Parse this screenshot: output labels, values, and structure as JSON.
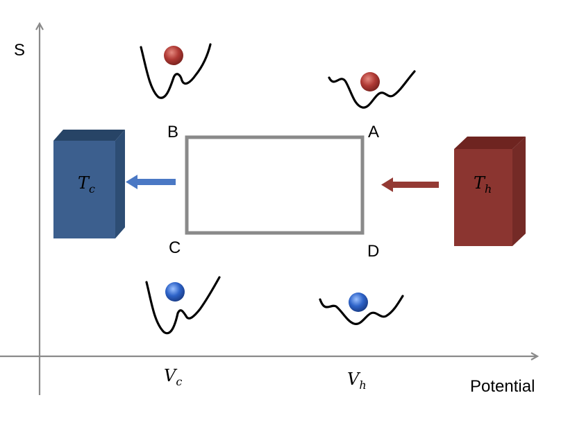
{
  "axes": {
    "y_label": "S",
    "x_label": "Potential",
    "x_ticks": [
      {
        "base": "V",
        "sub": "c"
      },
      {
        "base": "V",
        "sub": "h"
      }
    ]
  },
  "corners": {
    "a": "A",
    "b": "B",
    "c": "C",
    "d": "D"
  },
  "reservoirs": {
    "cold": {
      "base": "T",
      "sub": "c",
      "color": "#3c5f8e"
    },
    "hot": {
      "base": "T",
      "sub": "h",
      "color": "#8b3530"
    }
  },
  "colors": {
    "axis": "#8a8a8a",
    "cycle": "#8a8a8a",
    "cold_arrow": "#4a78c4",
    "hot_arrow": "#943a34",
    "hot_ball": "#b03a35",
    "cold_ball": "#2e63c8"
  }
}
